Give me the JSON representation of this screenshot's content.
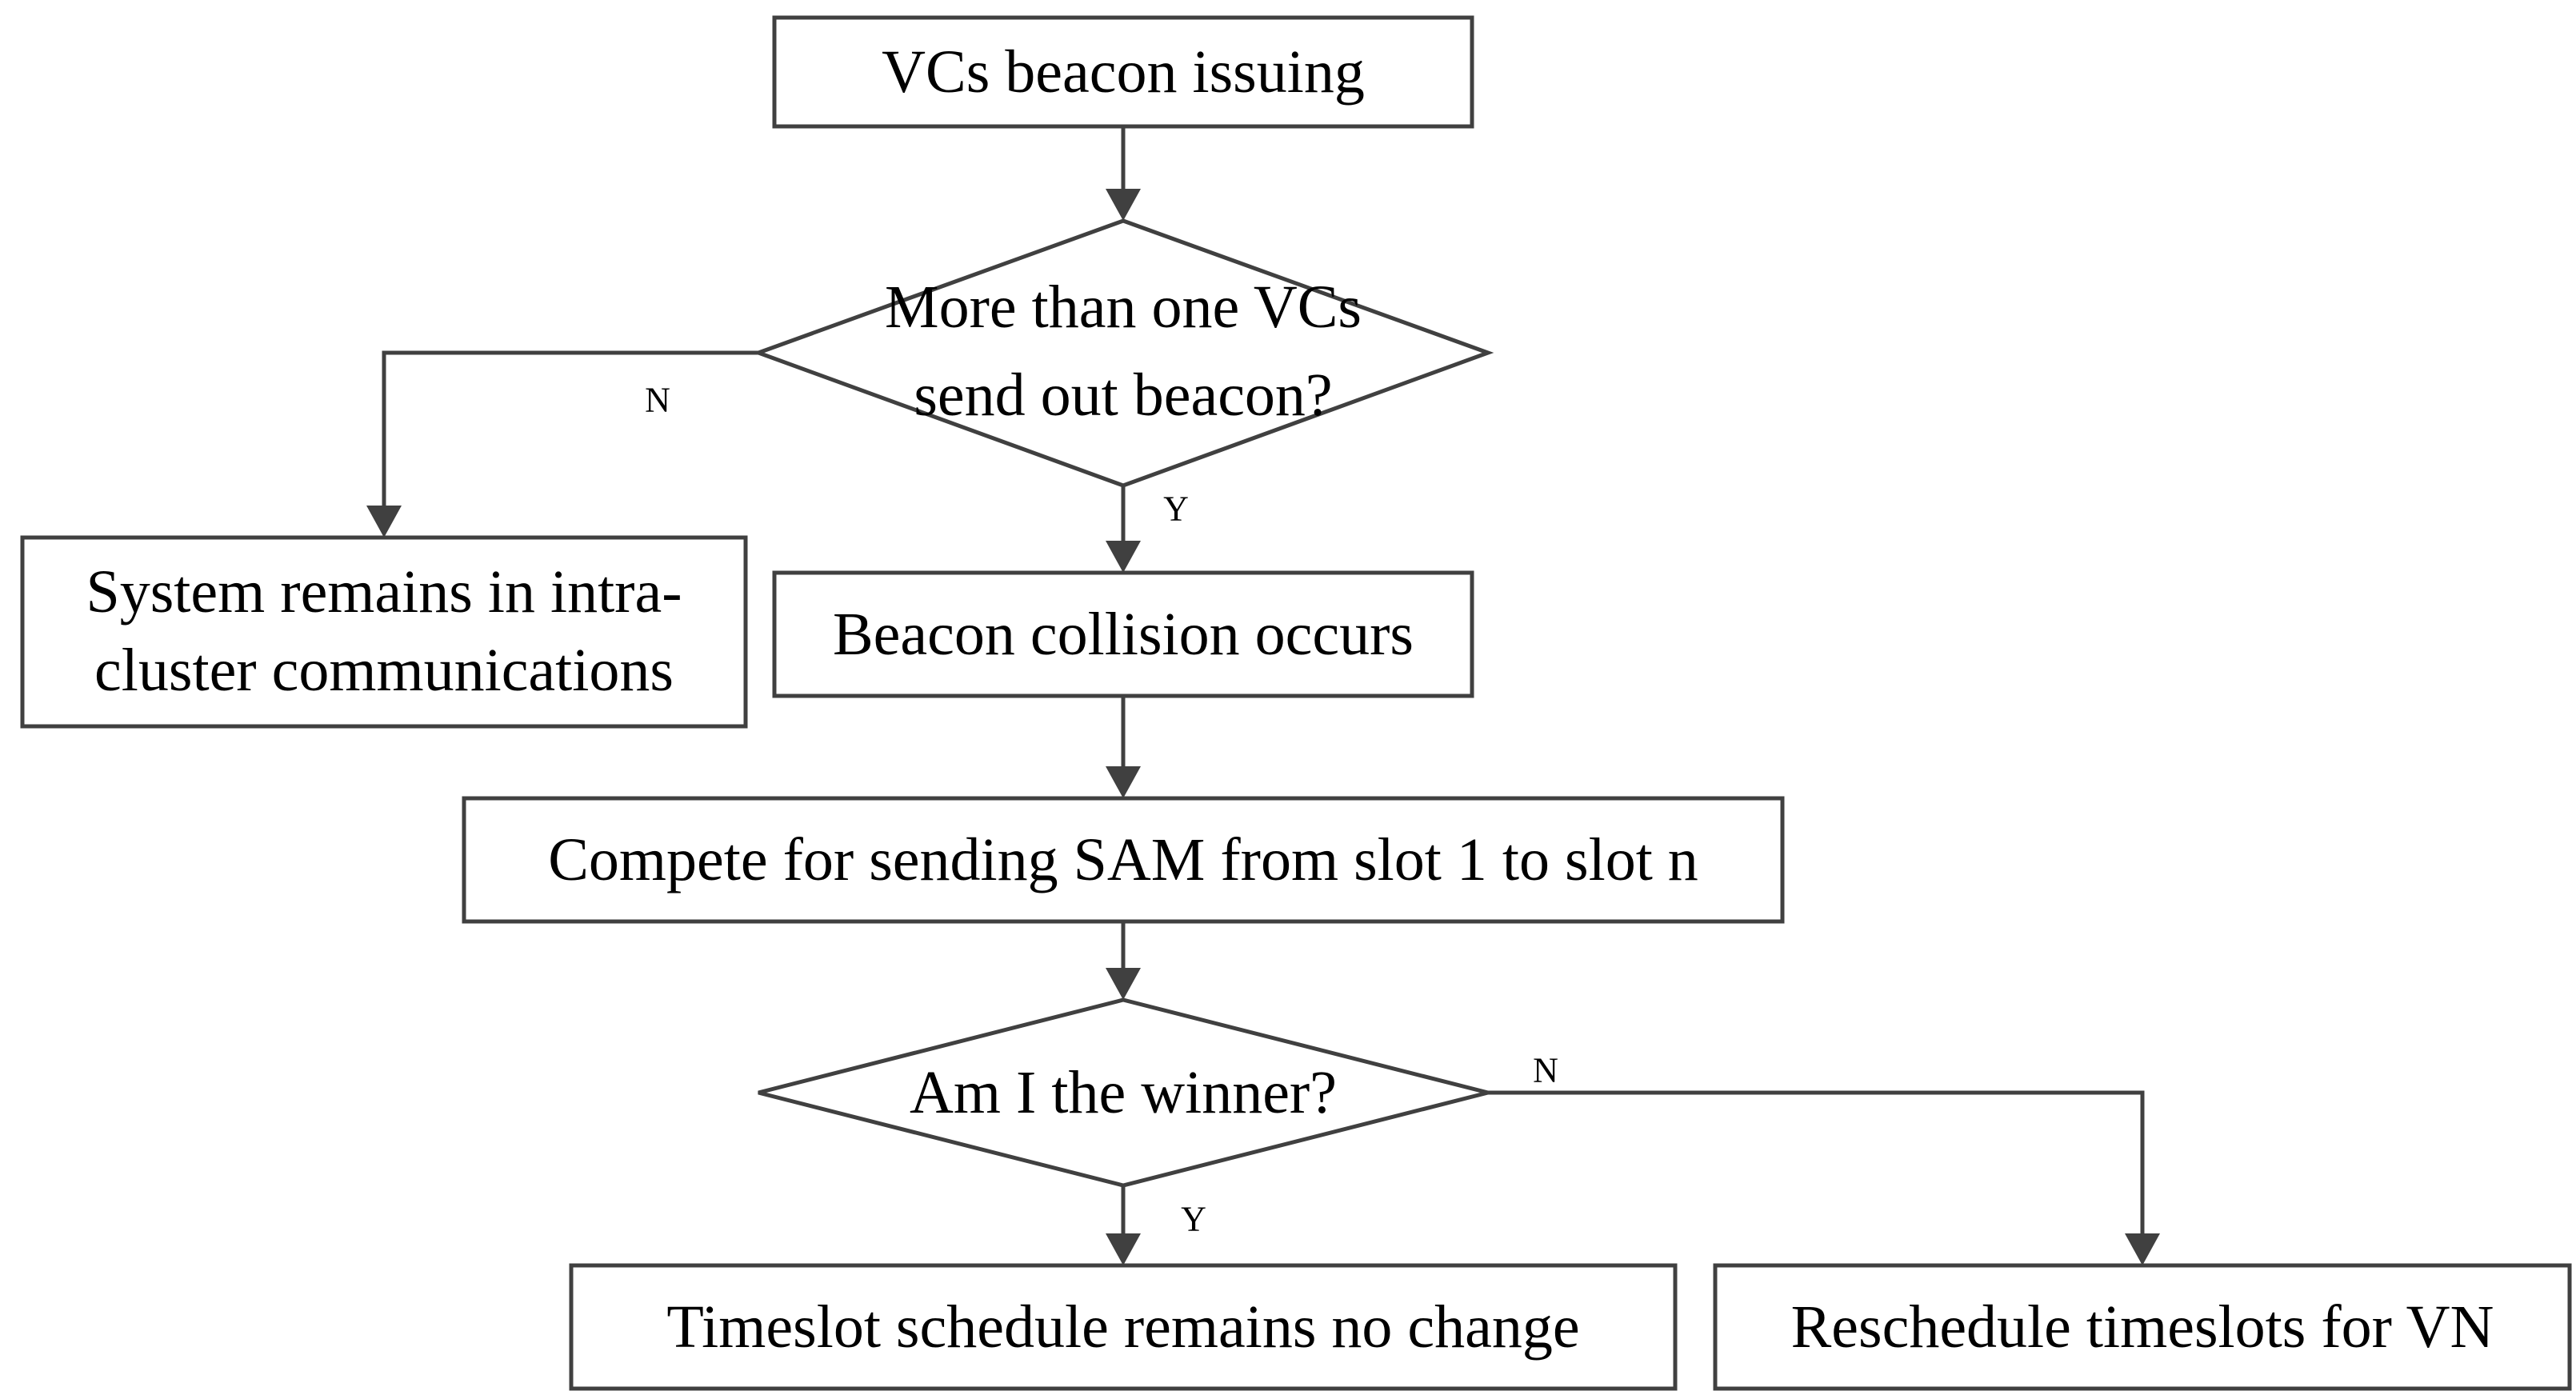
{
  "colors": {
    "stroke": "#404040",
    "text": "#000000",
    "background": "#ffffff"
  },
  "nodes": {
    "start": {
      "label": "VCs beacon issuing"
    },
    "decision1": {
      "line1": "More than one VCs",
      "line2": "send out beacon?"
    },
    "intra": {
      "line1": "System remains in intra-",
      "line2": "cluster communications"
    },
    "collision": {
      "label": "Beacon collision occurs"
    },
    "compete": {
      "label": "Compete for sending SAM from slot 1 to slot n"
    },
    "decision2": {
      "label": "Am I the winner?"
    },
    "nochange": {
      "label": "Timeslot schedule remains no change"
    },
    "reschedule": {
      "label": "Reschedule timeslots for VN"
    }
  },
  "edge_labels": {
    "d1_no": "N",
    "d1_yes": "Y",
    "d2_no": "N",
    "d2_yes": "Y"
  }
}
